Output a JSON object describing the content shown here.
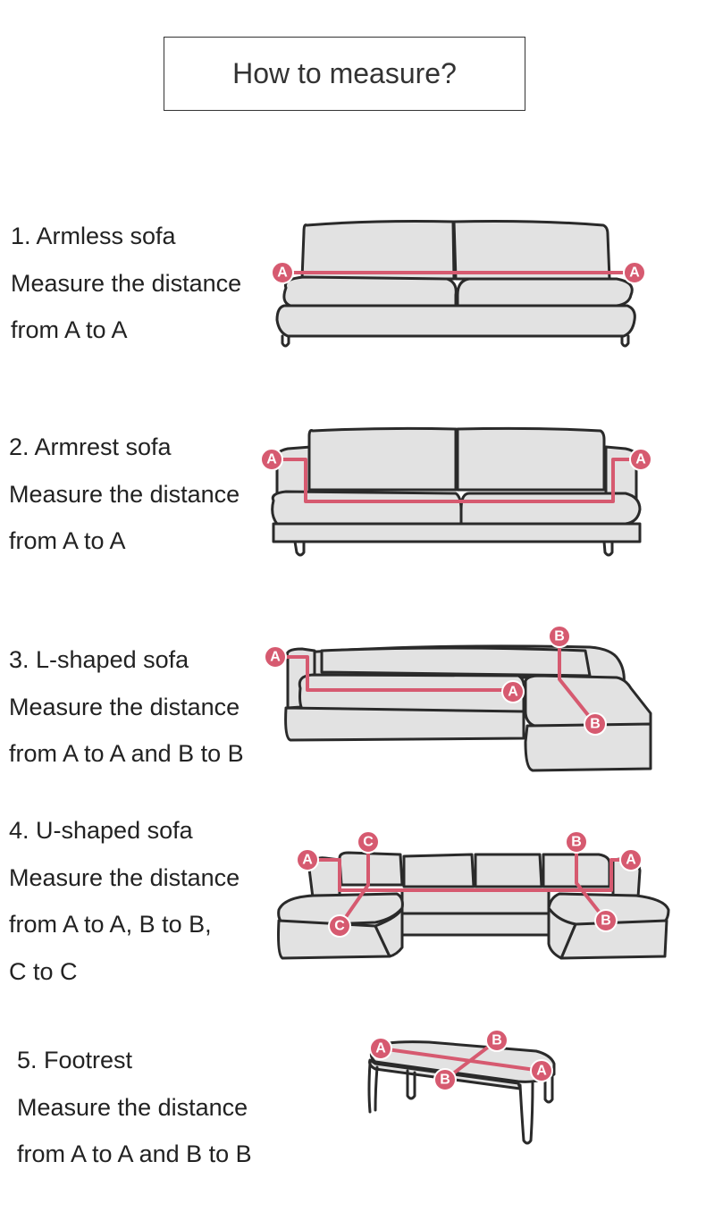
{
  "title": "How to measure?",
  "sections": [
    {
      "lines": [
        "1. Armless sofa",
        "Measure the distance",
        "from A to A"
      ]
    },
    {
      "lines": [
        "2. Armrest sofa",
        "Measure the distance",
        "from A to A"
      ]
    },
    {
      "lines": [
        "3. L-shaped  sofa",
        "Measure the distance",
        "from A to A and B to B"
      ]
    },
    {
      "lines": [
        "4. U-shaped  sofa",
        "Measure the distance",
        "from A to A, B to B,",
        "C to C"
      ]
    },
    {
      "lines": [
        "5. Footrest",
        "Measure the distance",
        "from A to A and B to B"
      ]
    }
  ],
  "markers": {
    "a": "A",
    "b": "B",
    "c": "C"
  },
  "colors": {
    "measure_line": "#d65a70",
    "sofa_fill": "#e2e2e2",
    "outline": "#2a2a2a"
  }
}
